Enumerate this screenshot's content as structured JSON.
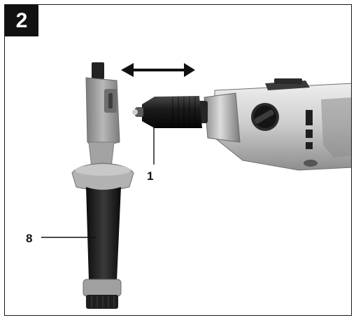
{
  "figure": {
    "number": "2",
    "callouts": [
      {
        "label": "1",
        "target": "drill-chuck"
      },
      {
        "label": "8",
        "target": "auxiliary-handle-grip"
      }
    ]
  },
  "colors": {
    "frame": "#1a1a1a",
    "badge": "#111111",
    "badge_text": "#ffffff",
    "housing_silver": "#c9c9c9",
    "rubber_black": "#1c1c1c",
    "handle_grey": "#9a9a9a"
  }
}
